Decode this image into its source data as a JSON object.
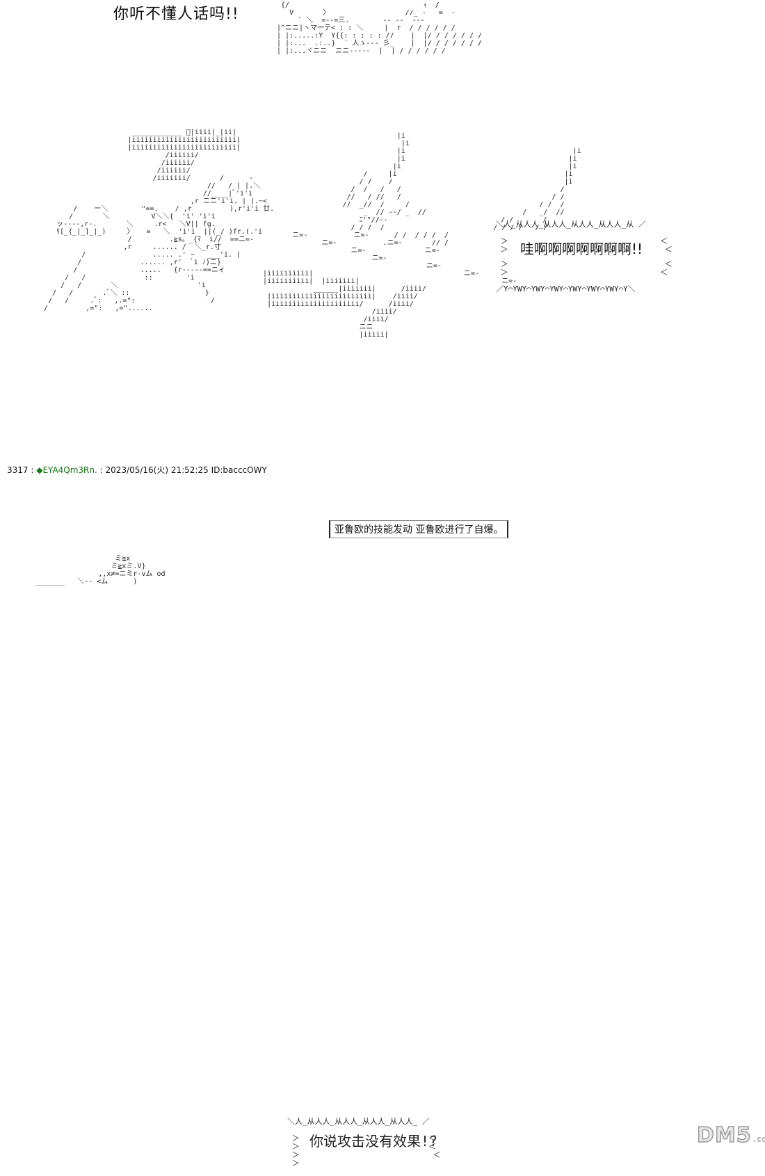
{
  "top": {
    "headline": "你听不懂人话吗!!"
  },
  "burst1": {
    "text": "哇啊啊啊啊啊啊啊!!"
  },
  "post": {
    "number": "3317 :",
    "trip": "◆EYA4Qm3Rn.",
    "meta": ": 2023/05/16(火) 21:52:25 ID:bacccOWY"
  },
  "system_message": {
    "text": "亚鲁欧的技能发动 亚鲁欧进行了自爆。"
  },
  "burst2": {
    "text": "你说攻击没有效果!?"
  },
  "watermark": {
    "logo": "DM5",
    "suffix": ".com"
  }
}
